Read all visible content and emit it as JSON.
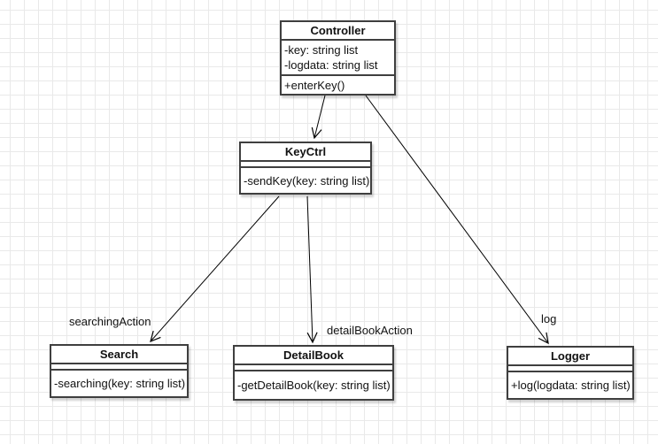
{
  "canvas": {
    "background": "#ffffff",
    "grid_color": "#e9e9e9",
    "box_border_color": "#3f3f3f",
    "connector_color": "#000000",
    "text_color": "#111111"
  },
  "diagram_type": "uml-class-diagram",
  "classes": [
    {
      "name": "Controller",
      "attributes": [
        "-key: string list",
        "-logdata: string list"
      ],
      "methods": [
        "+enterKey()"
      ]
    },
    {
      "name": "KeyCtrl",
      "attributes": [],
      "methods": [
        "-sendKey(key: string list)"
      ]
    },
    {
      "name": "Search",
      "attributes": [],
      "methods": [
        "-searching(key: string list)"
      ]
    },
    {
      "name": "DetailBook",
      "attributes": [],
      "methods": [
        "-getDetailBook(key: string list)"
      ]
    },
    {
      "name": "Logger",
      "attributes": [],
      "methods": [
        "+log(logdata: string list)"
      ]
    }
  ],
  "edges": [
    {
      "from": "Controller",
      "to": "KeyCtrl",
      "label": ""
    },
    {
      "from": "KeyCtrl",
      "to": "Search",
      "label": "searchingAction"
    },
    {
      "from": "KeyCtrl",
      "to": "DetailBook",
      "label": "detailBookAction"
    },
    {
      "from": "Controller",
      "to": "Logger",
      "label": "log"
    }
  ]
}
